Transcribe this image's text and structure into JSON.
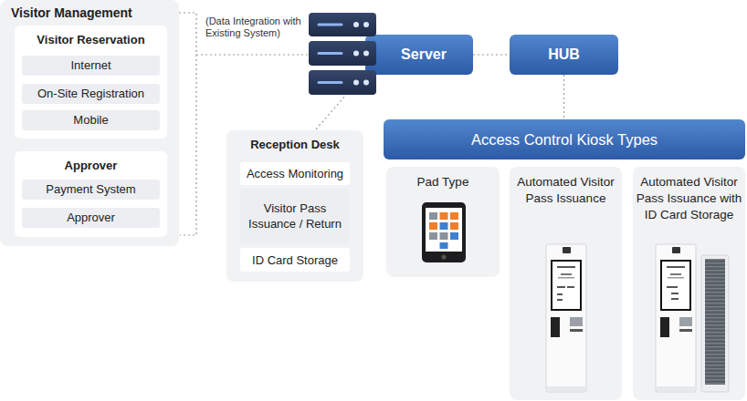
{
  "diagram": {
    "nodes": [
      {
        "text": [
          "Visitor Management"
        ]
      },
      {
        "text": [
          "Visitor Reservation"
        ],
        "in": 0
      },
      {
        "text": [
          "Internet"
        ],
        "in": 1
      },
      {
        "text": [
          "On-Site Registration"
        ],
        "in": 1
      },
      {
        "text": [
          "Mobile"
        ],
        "in": 1
      },
      {
        "text": [
          "Approver"
        ],
        "in": 0
      },
      {
        "text": [
          "Payment System"
        ],
        "in": 5
      },
      {
        "text": [
          "Approver"
        ],
        "in": 5
      },
      {
        "text": [
          "Server"
        ]
      },
      {
        "text": [
          "HUB"
        ]
      },
      {
        "text": [
          "Reception Desk"
        ]
      },
      {
        "text": [
          "Access Monitoring"
        ],
        "in": 10
      },
      {
        "text": [
          "Visitor Pass Issuance / Return"
        ],
        "in": 10
      },
      {
        "text": [
          "ID Card Storage"
        ],
        "in": 10
      },
      {
        "text": [
          "Access Control Kiosk Types"
        ]
      },
      {
        "text": [
          "Pad Type"
        ]
      },
      {
        "text": [
          "Automated Visitor Pass Issuance"
        ]
      },
      {
        "text": [
          "Automated Visitor Pass Issuance with ID Card Storage"
        ]
      }
    ],
    "edges": [
      {
        "from": 0,
        "to": 8,
        "arrow": "none",
        "label": "(Data Integration with Existing System)"
      },
      {
        "from": 8,
        "to": 10,
        "arrow": "none"
      },
      {
        "from": 8,
        "to": 9,
        "arrow": "none"
      },
      {
        "from": 9,
        "to": 14,
        "arrow": "none"
      }
    ]
  }
}
